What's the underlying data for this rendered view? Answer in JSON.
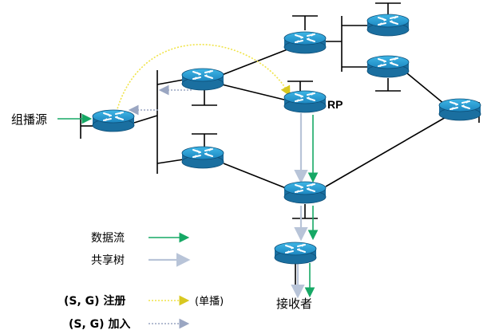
{
  "labels": {
    "source": "组播源",
    "rp": "RP",
    "receiver": "接收者",
    "unicast": "(单播)"
  },
  "legend": {
    "data_flow": "数据流",
    "shared_tree": "共享树",
    "sg_register": "(S, G) 注册",
    "sg_join": "(S, G) 加入"
  },
  "colors": {
    "data_flow": "#16a865",
    "shared_tree": "#b8c4d8",
    "register": "#f0e44a",
    "join": "#9aa6c2",
    "router_top": "#2a9fd2",
    "router_side": "#1a6fa0",
    "link": "#000000"
  },
  "icons": {
    "router": "router-icon"
  }
}
